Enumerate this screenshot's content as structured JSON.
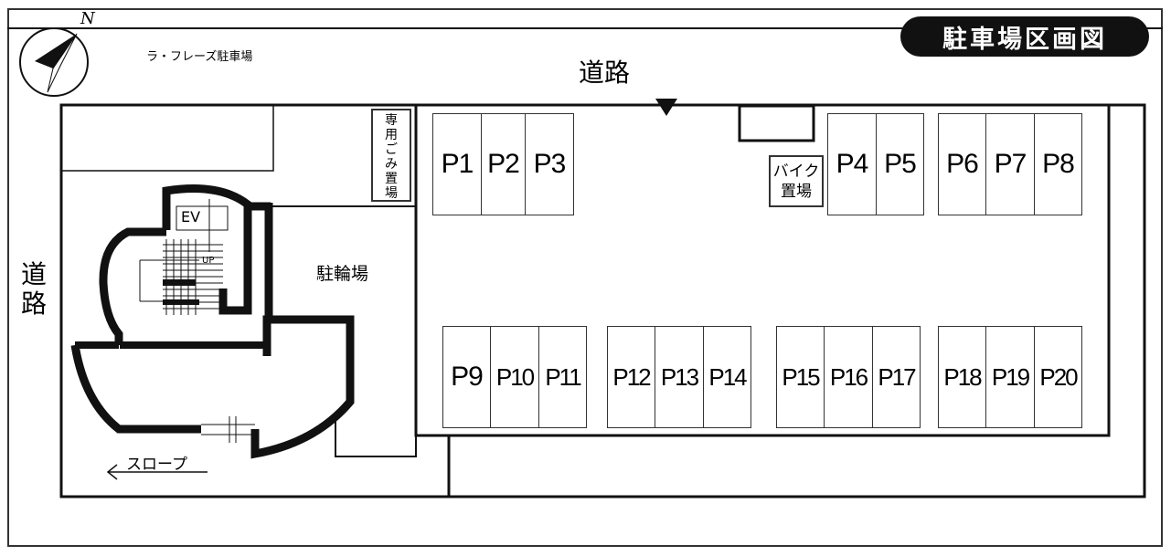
{
  "header": {
    "title": "駐車場区画図",
    "lot_name": "ラ・フレーズ駐車場",
    "north_label": "N"
  },
  "roads": {
    "top": "道路",
    "left_chars": [
      "道",
      "路"
    ]
  },
  "facilities": {
    "garbage_chars": [
      "専",
      "用",
      "ご",
      "み",
      "置",
      "場"
    ],
    "bike_parking_lines": [
      "バイク",
      "置場"
    ],
    "bicycle_parking": "駐輪場",
    "elevator": "EV",
    "stairs_up": "UP",
    "slope": "スロープ"
  },
  "stalls": [
    "P1",
    "P2",
    "P3",
    "P4",
    "P5",
    "P6",
    "P7",
    "P8",
    "P9",
    "P10",
    "P11",
    "P12",
    "P13",
    "P14",
    "P15",
    "P16",
    "P17",
    "P18",
    "P19",
    "P20"
  ]
}
